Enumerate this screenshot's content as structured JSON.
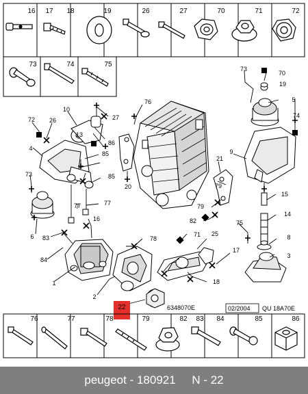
{
  "header_parts": [
    "16",
    "17",
    "18",
    "19",
    "26",
    "27",
    "70",
    "71",
    "72"
  ],
  "row2_parts": [
    "73",
    "74",
    "75"
  ],
  "footer_parts": [
    "76",
    "77",
    "78",
    "79",
    "82",
    "83",
    "84",
    "85",
    "86"
  ],
  "callouts": [
    "1",
    "2",
    "3",
    "4",
    "5",
    "6",
    "7",
    "8",
    "9",
    "10",
    "13",
    "14",
    "15",
    "16",
    "17",
    "18",
    "19",
    "20",
    "21",
    "22",
    "25",
    "26",
    "27",
    "70",
    "71",
    "72",
    "73",
    "74",
    "75",
    "76",
    "77",
    "78",
    "79",
    "82",
    "83",
    "84",
    "85",
    "86"
  ],
  "callouts_repeat": [
    "74",
    "73",
    "77",
    "85",
    "79",
    "83"
  ],
  "highlight_label": "22",
  "highlight_color": "#e4302b",
  "footer_color": "#7f7f7f",
  "ref_code": "6348070E",
  "ref_date": "02/2004",
  "ref_qu": "QU 18A70E",
  "footer_brand": "peugeot",
  "footer_sep": " - ",
  "footer_partno": "180921",
  "footer_gap": "     ",
  "footer_page": "N - 22"
}
